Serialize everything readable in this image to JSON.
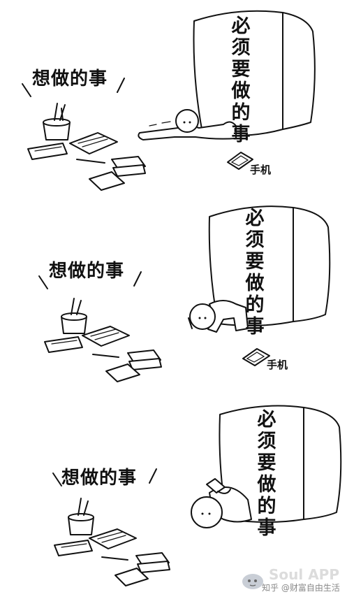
{
  "panels": [
    {
      "want": "想做的事",
      "must": [
        "必",
        "须",
        "要",
        "做",
        "的",
        "事"
      ],
      "phone": "手机"
    },
    {
      "want": "想做的事",
      "must": [
        "必",
        "须",
        "要",
        "做",
        "的",
        "事"
      ],
      "phone": "手机"
    },
    {
      "want": "想做的事",
      "must": [
        "必",
        "须",
        "要",
        "做",
        "的",
        "事"
      ],
      "phone": ""
    }
  ],
  "watermark": {
    "app": "Soul APP",
    "credit": "知乎 @财富自由生活"
  }
}
